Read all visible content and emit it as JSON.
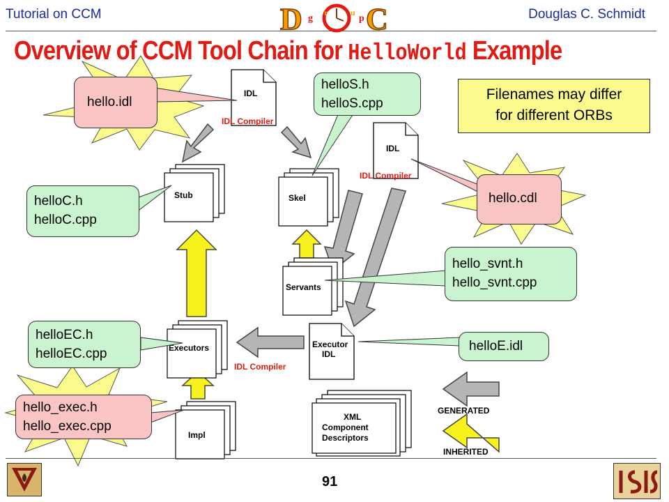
{
  "header": {
    "left": "Tutorial on CCM",
    "right": "Douglas C. Schmidt"
  },
  "logo": {
    "text": "D O C",
    "letters": [
      "g",
      "r",
      "o",
      "u",
      "p"
    ]
  },
  "title": {
    "part1": "Overview of CCM Tool Chain for ",
    "code": "HelloWorld",
    "part2": " Example"
  },
  "note": {
    "line1": "Filenames may differ",
    "line2": "for different ORBs"
  },
  "callouts": {
    "hello_idl": "hello.idl",
    "hello_s": [
      "helloS.h",
      "helloS.cpp"
    ],
    "hello_c": [
      "helloC.h",
      "helloC.cpp"
    ],
    "hello_cdl": "hello.cdl",
    "hello_svnt": [
      "hello_svnt.h",
      "hello_svnt.cpp"
    ],
    "hello_ec": [
      "helloEC.h",
      "helloEC.cpp"
    ],
    "hello_e_idl": "helloE.idl",
    "hello_exec": [
      "hello_exec.h",
      "hello_exec.cpp"
    ]
  },
  "docs": {
    "idl1": "IDL",
    "idl_compiler1": "IDL Compiler",
    "idl2": "IDL",
    "idl_compiler2": "IDL Compiler",
    "stub": "Stub",
    "skel": "Skel",
    "servants": "Servants",
    "executors": "Executors",
    "exec_idl_l1": "Executor",
    "exec_idl_l2": "IDL",
    "idl_compiler3": "IDL Compiler",
    "impl": "Impl",
    "xml_l1": "XML",
    "xml_l2": "Component",
    "xml_l3": "Descriptors"
  },
  "legend": {
    "generated": "GENERATED",
    "inherited": "INHERITED"
  },
  "footer": {
    "page": "91",
    "left_logo": "vanderbilt-logo",
    "right_logo": "isis-logo"
  },
  "colors": {
    "title": "#e11b13",
    "header": "#1a2b9a",
    "pink": "#f9c4c4",
    "green": "#c9f4cf",
    "note": "#fbfa8d",
    "starburst": "#fbfa8d",
    "inherit_arrow": "#f7f21c",
    "gen_arrow": "#b5b5b5"
  }
}
